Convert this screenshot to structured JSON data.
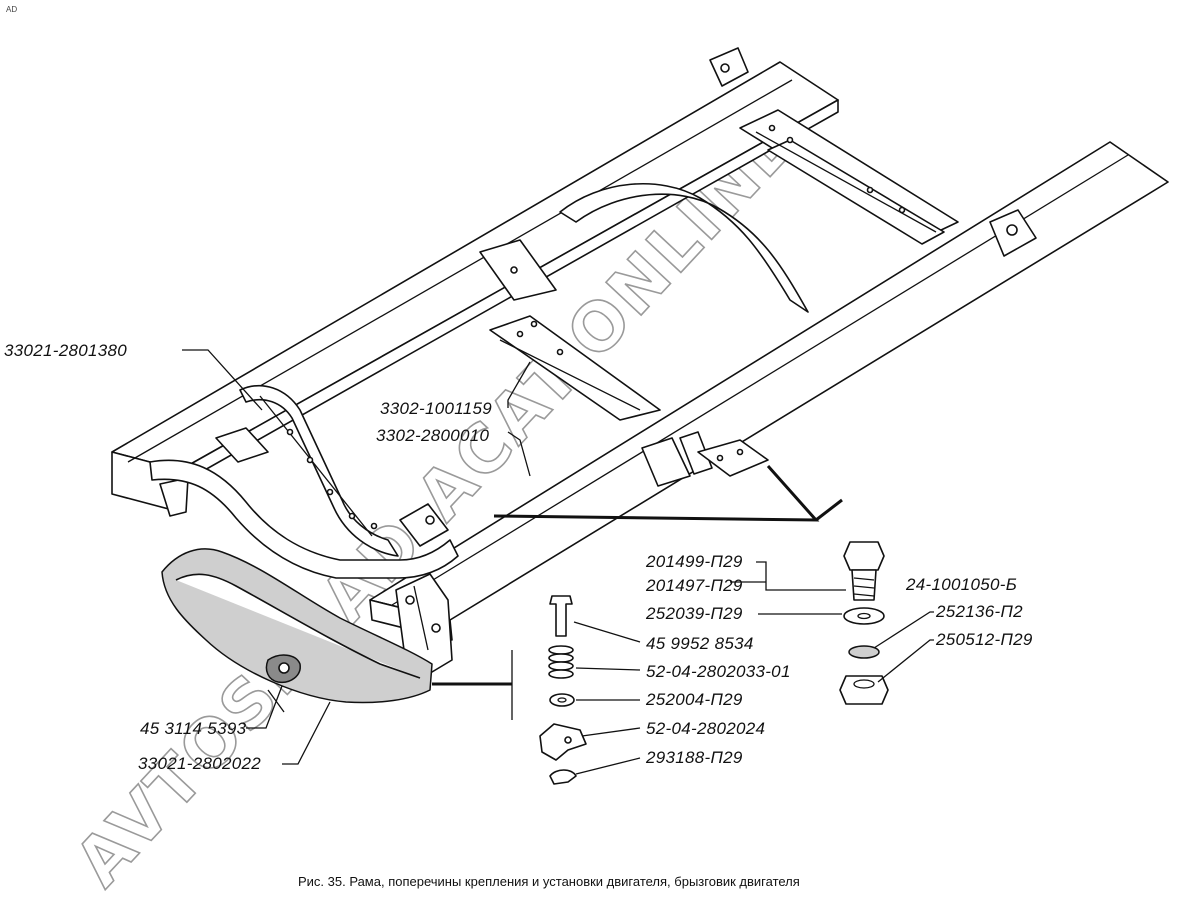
{
  "corner_mark": "AD",
  "watermark": "AVTOSKLAD.ACAT.ONLINE",
  "caption": "Рис. 35. Рама, поперечины крепления и установки двигателя, брызговик двигателя",
  "labels": {
    "l1": "33021-2801380",
    "l2": "3302-1001159",
    "l3": "3302-2800010",
    "l4": "201499-П29",
    "l5": "201497-П29",
    "l6": "24-1001050-Б",
    "l7": "252039-П29",
    "l8": "252136-П2",
    "l9": "45 9952 8534",
    "l10": "250512-П29",
    "l11": "52-04-2802033-01",
    "l12": "252004-П29",
    "l13": "52-04-2802024",
    "l14": "293188-П29",
    "l15": "45 3114 5393",
    "l16": "33021-2802022"
  }
}
